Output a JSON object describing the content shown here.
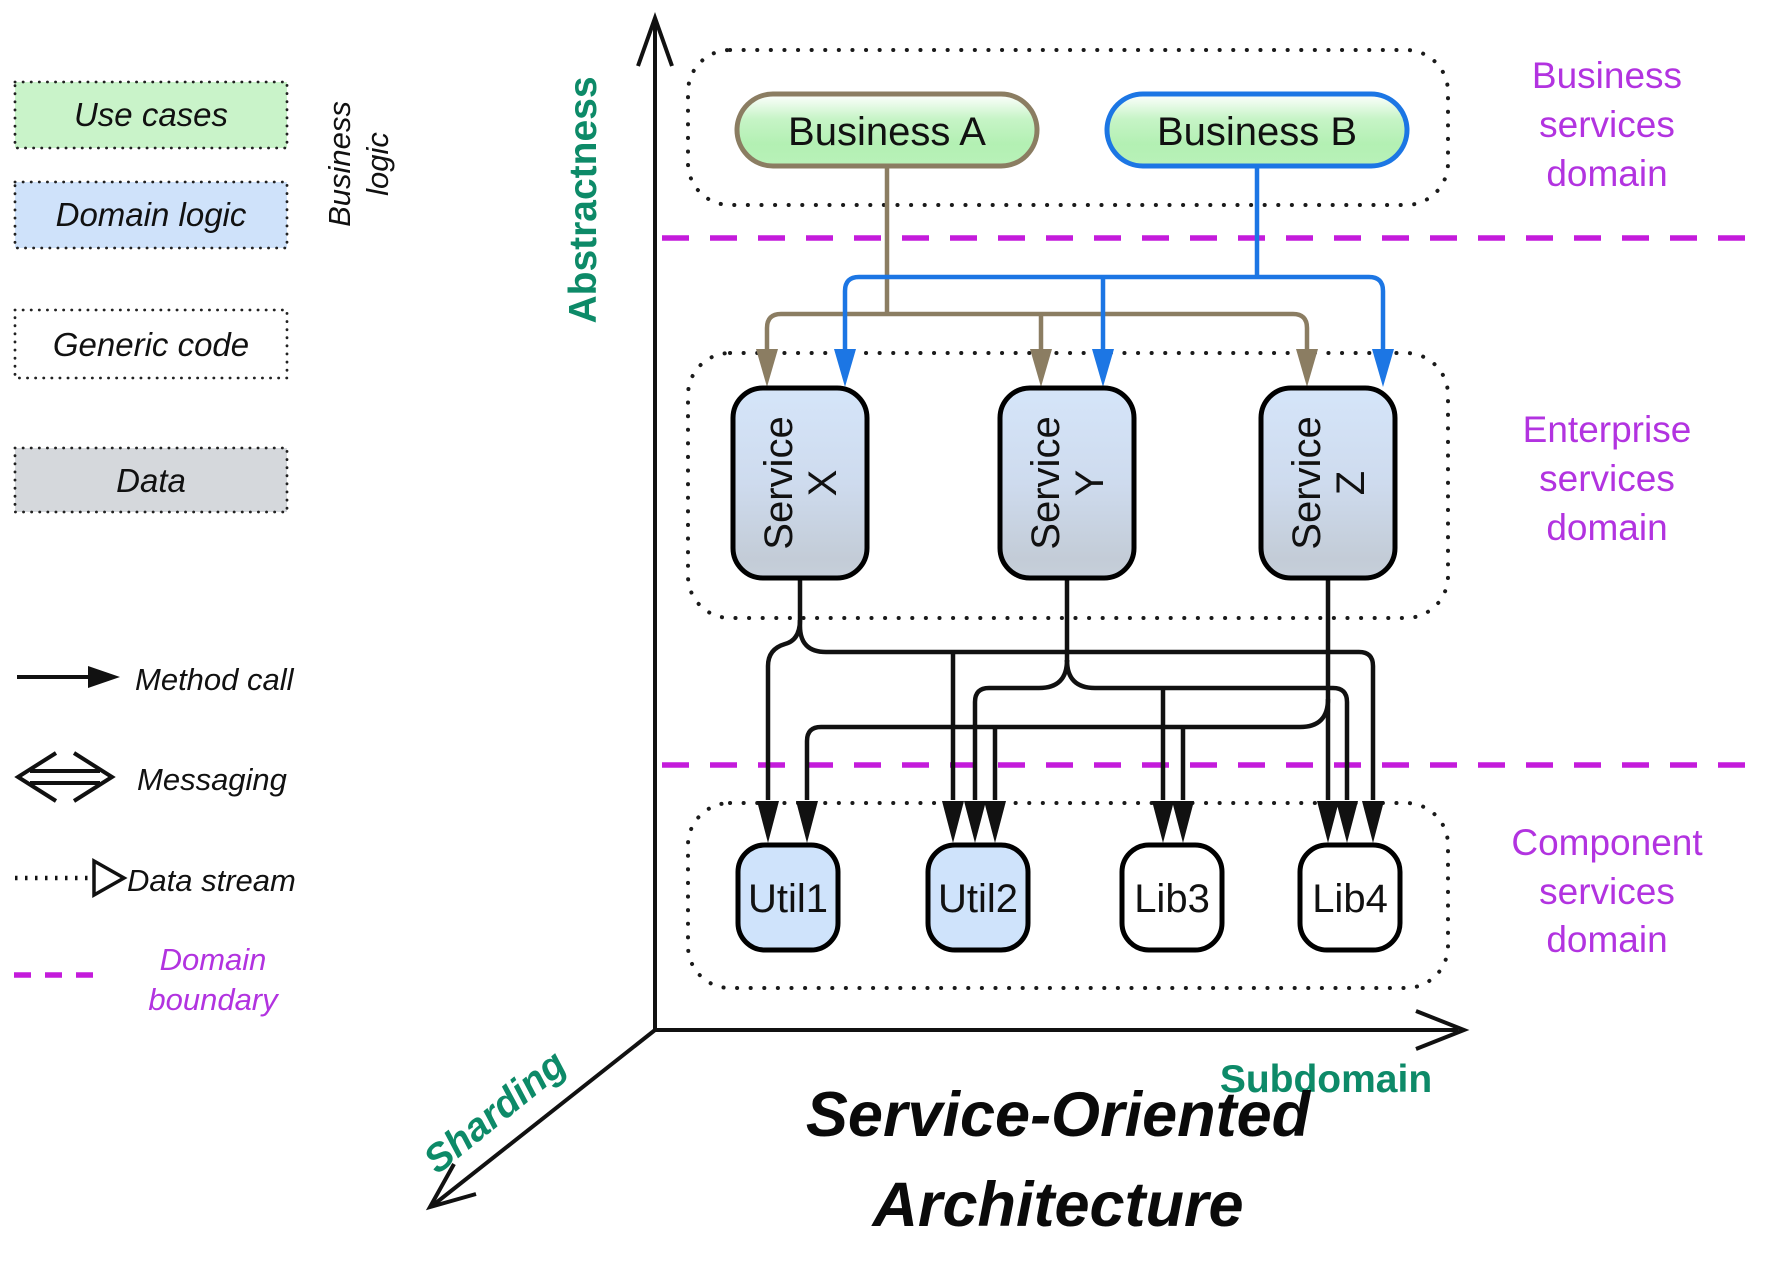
{
  "title": {
    "line1": "Service-Oriented",
    "line2": "Architecture"
  },
  "axes": {
    "vertical_label": "Abstractness",
    "horizontal_label": "Subdomain",
    "depth_label": "Sharding"
  },
  "domains": [
    {
      "name": "business-services-domain",
      "label_lines": [
        "Business",
        "services",
        "domain"
      ]
    },
    {
      "name": "enterprise-services-domain",
      "label_lines": [
        "Enterprise",
        "services",
        "domain"
      ]
    },
    {
      "name": "component-services-domain",
      "label_lines": [
        "Component",
        "services",
        "domain"
      ]
    }
  ],
  "legend": {
    "layers": [
      {
        "label": "Use cases",
        "fill": "#c9f3c9"
      },
      {
        "label": "Domain logic",
        "fill": "#cfe2fa"
      },
      {
        "label": "Generic code",
        "fill": "#ffffff"
      },
      {
        "label": "Data",
        "fill": "#d5d8dc"
      }
    ],
    "layers_group_label": {
      "line1": "Business",
      "line2": "logic"
    },
    "connector_types": [
      {
        "label": "Method call",
        "icon": "solid-arrow-icon"
      },
      {
        "label": "Messaging",
        "icon": "double-open-arrow-icon"
      },
      {
        "label": "Data stream",
        "icon": "dotted-open-arrow-icon"
      },
      {
        "label_line1": "Domain",
        "label_line2": "boundary",
        "icon": "dashed-line-icon"
      }
    ]
  },
  "nodes": {
    "businesses": [
      {
        "label": "Business A",
        "border": "#8b7d62"
      },
      {
        "label": "Business B",
        "border": "#1c76e4"
      }
    ],
    "services": [
      {
        "line1": "Service",
        "line2": "X"
      },
      {
        "line1": "Service",
        "line2": "Y"
      },
      {
        "line1": "Service",
        "line2": "Z"
      }
    ],
    "components": [
      {
        "label": "Util1",
        "fill": "#cfe3fb"
      },
      {
        "label": "Util2",
        "fill": "#cfe3fb"
      },
      {
        "label": "Lib3",
        "fill": "#ffffff"
      },
      {
        "label": "Lib4",
        "fill": "#ffffff"
      }
    ]
  },
  "connections": {
    "business_to_services": [
      {
        "from": "Business A",
        "to": [
          "Service X",
          "Service Y",
          "Service Z"
        ],
        "color": "#8b7d62"
      },
      {
        "from": "Business B",
        "to": [
          "Service X",
          "Service Y",
          "Service Z"
        ],
        "color": "#1c76e4"
      }
    ],
    "services_to_components": [
      {
        "from": "Service X",
        "to": [
          "Util1",
          "Util2",
          "Lib4"
        ],
        "color": "#111111"
      },
      {
        "from": "Service Y",
        "to": [
          "Util2",
          "Lib3",
          "Lib4"
        ],
        "color": "#111111"
      },
      {
        "from": "Service Z",
        "to": [
          "Util1",
          "Util2",
          "Lib3",
          "Lib4"
        ],
        "color": "#111111"
      }
    ]
  },
  "colors": {
    "axis_label": "#0d8a68",
    "domain_label": "#b233e0",
    "domain_boundary": "#c41bdb",
    "business_a_border": "#8b7d62",
    "business_b_border": "#1c76e4",
    "connector_black": "#111111"
  }
}
